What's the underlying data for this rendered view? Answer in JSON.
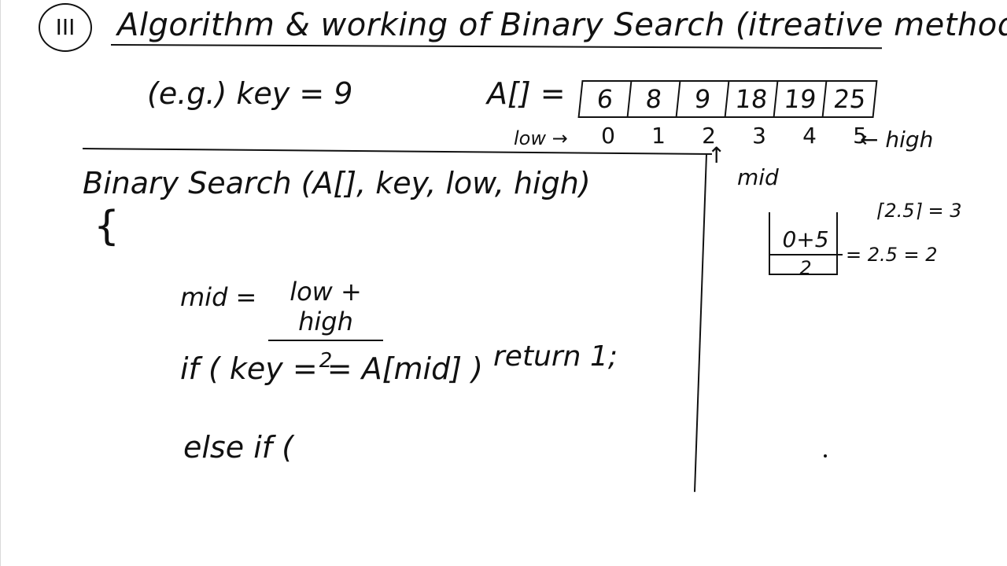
{
  "heading": {
    "section_number": "III",
    "title": "Algorithm & working of Binary Search (itreative method):-"
  },
  "example": {
    "key_text": "(e.g.) key = 9",
    "array_label": "A[] =",
    "values": [
      "6",
      "8",
      "9",
      "18",
      "19",
      "25"
    ],
    "indices": [
      "0",
      "1",
      "2",
      "3",
      "4",
      "5"
    ],
    "low_label": "low →",
    "high_label": "← high",
    "mid_label": "mid"
  },
  "code": {
    "signature": "Binary Search (A[], key, low, high)",
    "open_brace": "{",
    "mid_lhs": "mid =",
    "mid_numerator": "low + high",
    "mid_denominator": "2",
    "if_line": "if ( key = = A[mid] )",
    "return_line": "return 1;",
    "else_line": "else if ("
  },
  "side_calc": {
    "ceil": "⌈2.5⌉ = 3",
    "floor_numerator": "0+5",
    "floor_denominator": "2",
    "floor_result": "= 2.5 = 2"
  }
}
